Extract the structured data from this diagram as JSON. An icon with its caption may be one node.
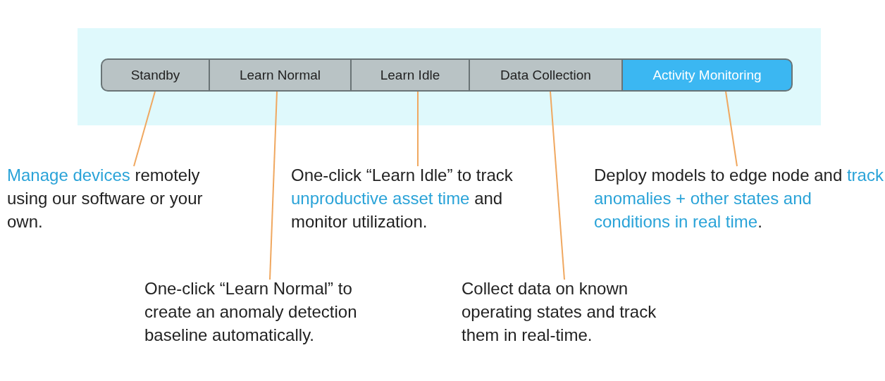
{
  "diagram": {
    "nodes": [
      {
        "text": [
          "Standby"
        ]
      },
      {
        "text": [
          "Learn Normal"
        ]
      },
      {
        "text": [
          "Learn Idle"
        ]
      },
      {
        "text": [
          "Data Collection"
        ]
      },
      {
        "text": [
          "Activity Monitoring"
        ]
      },
      {
        "text": [
          "*Manage devices* remotely using our software or your own."
        ]
      },
      {
        "text": [
          "One-click “Learn Normal” to create an anomaly detection baseline automatically."
        ]
      },
      {
        "text": [
          "One-click “Learn Idle” to track *unproductive asset time* and monitor utilization."
        ]
      },
      {
        "text": [
          "Collect data on known operating states and track them in real-time."
        ]
      },
      {
        "text": [
          "Deploy models to edge node and *track anomalies + other states and conditions in real time*."
        ]
      }
    ],
    "edges": [
      {
        "from": 5,
        "to": 0,
        "arrow": "none"
      },
      {
        "from": 6,
        "to": 1,
        "arrow": "none"
      },
      {
        "from": 7,
        "to": 2,
        "arrow": "none"
      },
      {
        "from": 8,
        "to": 3,
        "arrow": "none"
      },
      {
        "from": 9,
        "to": 4,
        "arrow": "none"
      }
    ]
  }
}
